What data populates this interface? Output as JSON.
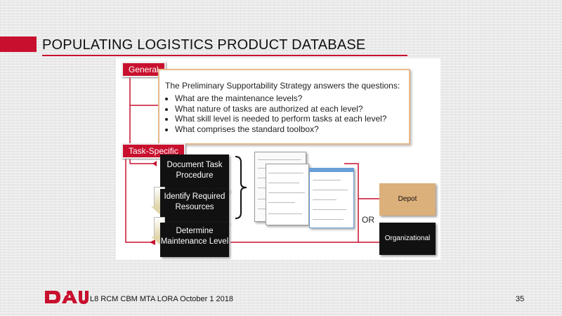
{
  "slide": {
    "title": "POPULATING LOGISTICS PRODUCT DATABASE",
    "footer": "L8 RCM CBM MTA LORA October 1 2018",
    "page_number": "35",
    "brand_color": "#c8102e"
  },
  "figure": {
    "general_tag": "General",
    "lead_question": "The Preliminary Supportability Strategy answers the questions:",
    "questions": [
      "What are the maintenance levels?",
      "What nature of tasks are authorized at each level?",
      "What skill level is needed to perform tasks at each level?",
      "What comprises the standard toolbox?"
    ],
    "task_tag": "Task-Specific",
    "steps": [
      "Document Task Procedure",
      "Identify Required Resources",
      "Determine Maintenance Level"
    ],
    "outputs": [
      "Depot",
      "Organizational"
    ],
    "or_label": "OR"
  },
  "logo": {
    "letters": "DAU",
    "icon": "dau-eagle-logo"
  }
}
